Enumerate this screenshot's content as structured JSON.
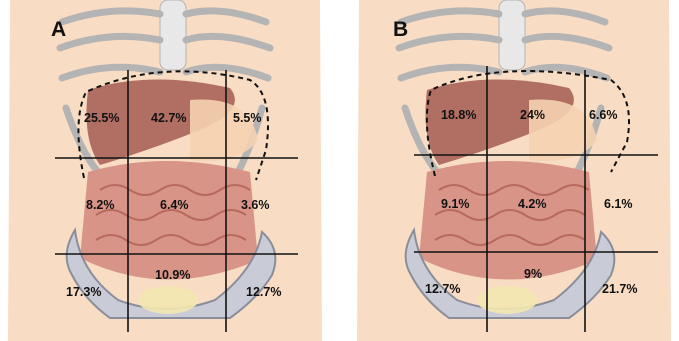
{
  "colors": {
    "skin": "#f8dcc4",
    "bone": "#e8e8e8",
    "bone_stroke": "#b4b4b4",
    "liver": "#a55a52",
    "intestine": "#d99488",
    "pelvis": "#c9ccd6",
    "lines": "#111111"
  },
  "panels": [
    {
      "letter": "A",
      "regions": {
        "right_hypochondriac": "25.5%",
        "epigastric": "42.7%",
        "left_hypochondriac": "5.5%",
        "right_lumbar": "8.2%",
        "umbilical": "6.4%",
        "left_lumbar": "3.6%",
        "right_iliac": "17.3%",
        "hypogastric": "10.9%",
        "left_iliac": "12.7%"
      }
    },
    {
      "letter": "B",
      "regions": {
        "right_hypochondriac": "18.8%",
        "epigastric": "24%",
        "left_hypochondriac": "6.6%",
        "right_lumbar": "9.1%",
        "umbilical": "4.2%",
        "left_lumbar": "6.1%",
        "right_iliac": "12.7%",
        "hypogastric": "9%",
        "left_iliac": "21.7%"
      }
    }
  ]
}
